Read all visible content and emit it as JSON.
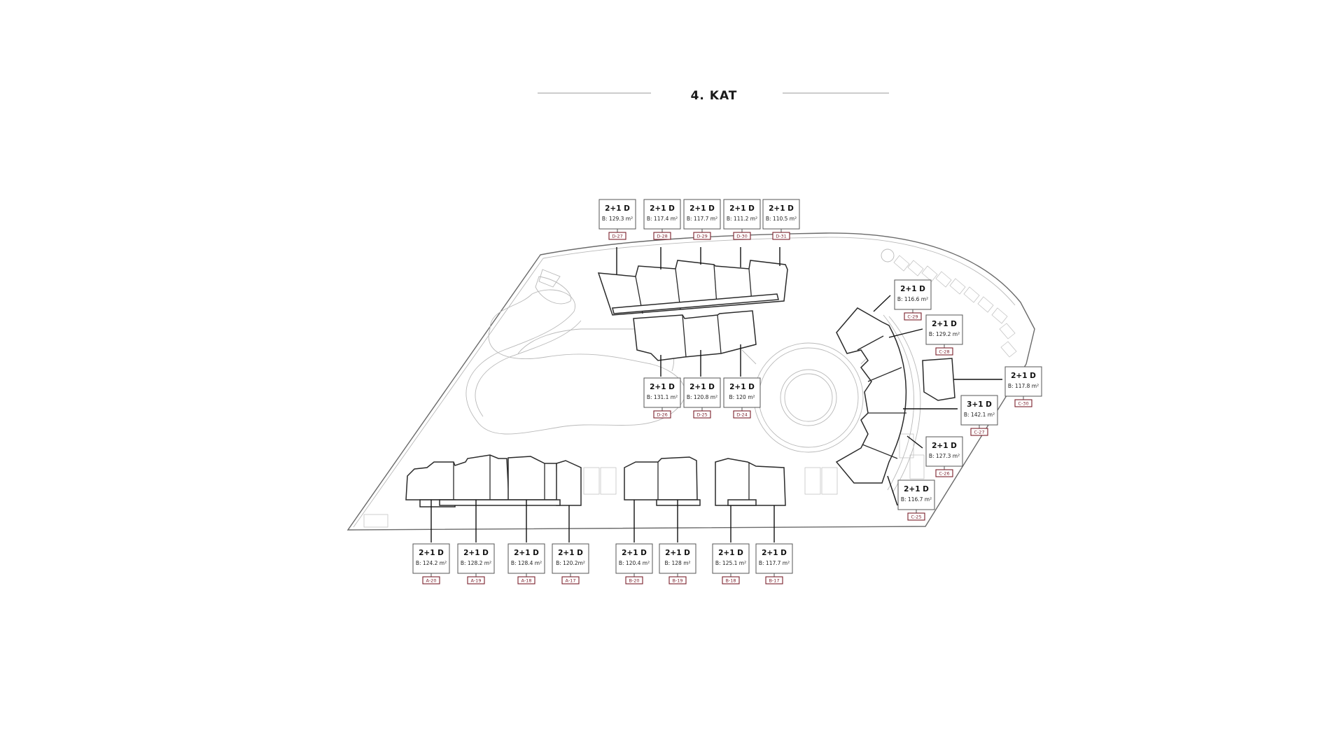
{
  "title": "4.  KAT",
  "units": [
    {
      "type": "2+1 D",
      "area": "B: 129.3 m²",
      "code": "D-27"
    },
    {
      "type": "2+1 D",
      "area": "B: 117.4 m²",
      "code": "D-28"
    },
    {
      "type": "2+1 D",
      "area": "B: 117.7 m²",
      "code": "D-29"
    },
    {
      "type": "2+1 D",
      "area": "B: 111.2 m²",
      "code": "D-30"
    },
    {
      "type": "2+1 D",
      "area": "B: 110.5 m²",
      "code": "D-31"
    },
    {
      "type": "2+1 D",
      "area": "B: 131.1 m²",
      "code": "D-26"
    },
    {
      "type": "2+1 D",
      "area": "B: 120.8 m²",
      "code": "D-25"
    },
    {
      "type": "2+1 D",
      "area": "B: 120 m²",
      "code": "D-24"
    },
    {
      "type": "2+1 D",
      "area": "B: 116.6 m²",
      "code": "C-29"
    },
    {
      "type": "2+1 D",
      "area": "B: 129.2 m²",
      "code": "C-28"
    },
    {
      "type": "2+1 D",
      "area": "B: 117.8 m²",
      "code": "C-30"
    },
    {
      "type": "3+1 D",
      "area": "B: 142.1 m²",
      "code": "C-27"
    },
    {
      "type": "2+1 D",
      "area": "B: 127.3 m²",
      "code": "C-26"
    },
    {
      "type": "2+1 D",
      "area": "B: 116.7 m²",
      "code": "C-25"
    },
    {
      "type": "2+1 D",
      "area": "B: 124.2 m²",
      "code": "A-20"
    },
    {
      "type": "2+1 D",
      "area": "B: 128.2 m²",
      "code": "A-19"
    },
    {
      "type": "2+1 D",
      "area": "B: 128.4 m²",
      "code": "A-18"
    },
    {
      "type": "2+1 D",
      "area": "B: 120.2m²",
      "code": "A-17"
    },
    {
      "type": "2+1 D",
      "area": "B: 120.4 m²",
      "code": "B-20"
    },
    {
      "type": "2+1 D",
      "area": "B: 128 m²",
      "code": "B-19"
    },
    {
      "type": "2+1 D",
      "area": "B: 125.1 m²",
      "code": "B-18"
    },
    {
      "type": "2+1 D",
      "area": "B: 117.7 m²",
      "code": "B-17"
    }
  ]
}
